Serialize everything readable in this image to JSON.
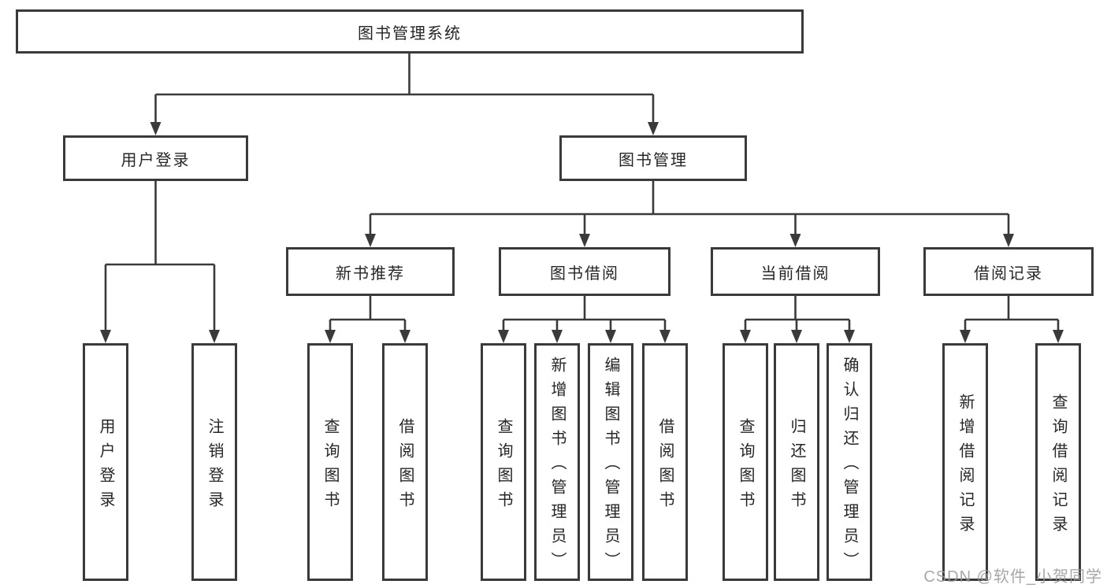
{
  "tree": {
    "root": "图书管理系统",
    "branches": [
      {
        "label": "用户登录",
        "leaves": [
          "用户登录",
          "注销登录"
        ]
      },
      {
        "label": "图书管理",
        "groups": [
          {
            "label": "新书推荐",
            "leaves": [
              "查询图书",
              "借阅图书"
            ]
          },
          {
            "label": "图书借阅",
            "leaves": [
              "查询图书",
              "新增图书（管理员）",
              "编辑图书（管理员）",
              "借阅图书"
            ]
          },
          {
            "label": "当前借阅",
            "leaves": [
              "查询图书",
              "归还图书",
              "确认归还（管理员）"
            ]
          },
          {
            "label": "借阅记录",
            "leaves": [
              "新增借阅记录",
              "查询借阅记录"
            ]
          }
        ]
      }
    ]
  },
  "watermark": {
    "text": "CSDN @软件_小贺同学"
  },
  "colors": {
    "line": "#3a3a3a",
    "box_border": "#3a3a3a",
    "text": "#262626",
    "background": "#ffffff",
    "watermark": "#989898"
  }
}
